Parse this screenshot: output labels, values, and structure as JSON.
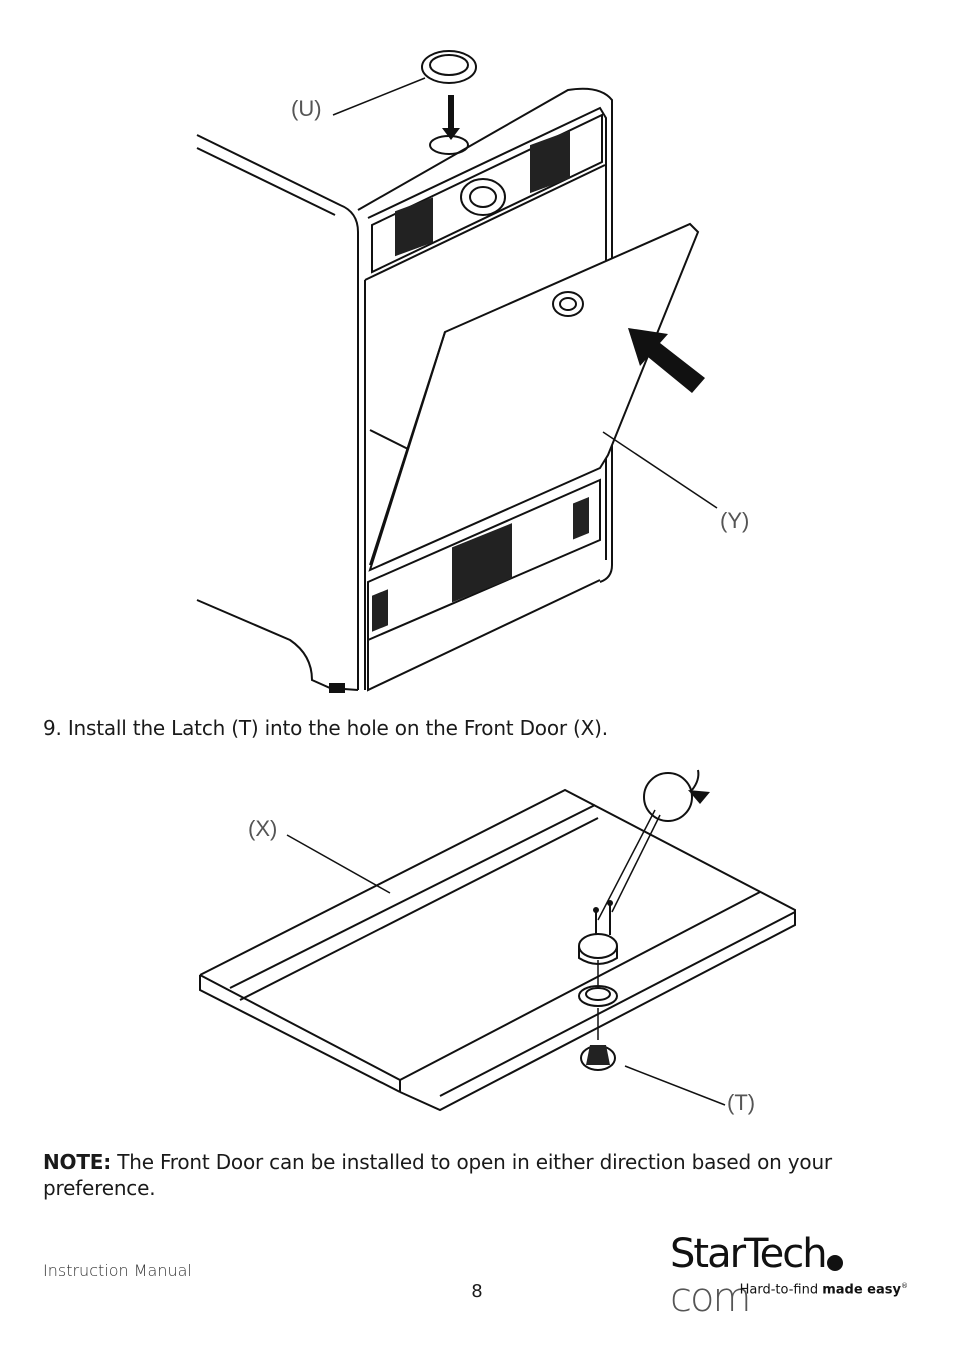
{
  "figure1": {
    "label_u": "(U)",
    "label_y": "(Y)"
  },
  "step": {
    "text": "9.  Install the Latch (T) into the hole on the Front Door (X)."
  },
  "figure2": {
    "label_x": "(X)",
    "label_t": "(T)"
  },
  "note": {
    "lead": "NOTE:",
    "text": " The Front Door can be installed to open in either direction based on your preference."
  },
  "footer": {
    "manual": "Instruction Manual",
    "page_number": "8",
    "logo_star": "StarTech",
    "logo_com": "com",
    "tagline_prefix": "Hard-to-find ",
    "tagline_bold": "made easy",
    "tagline_reg": "®"
  }
}
